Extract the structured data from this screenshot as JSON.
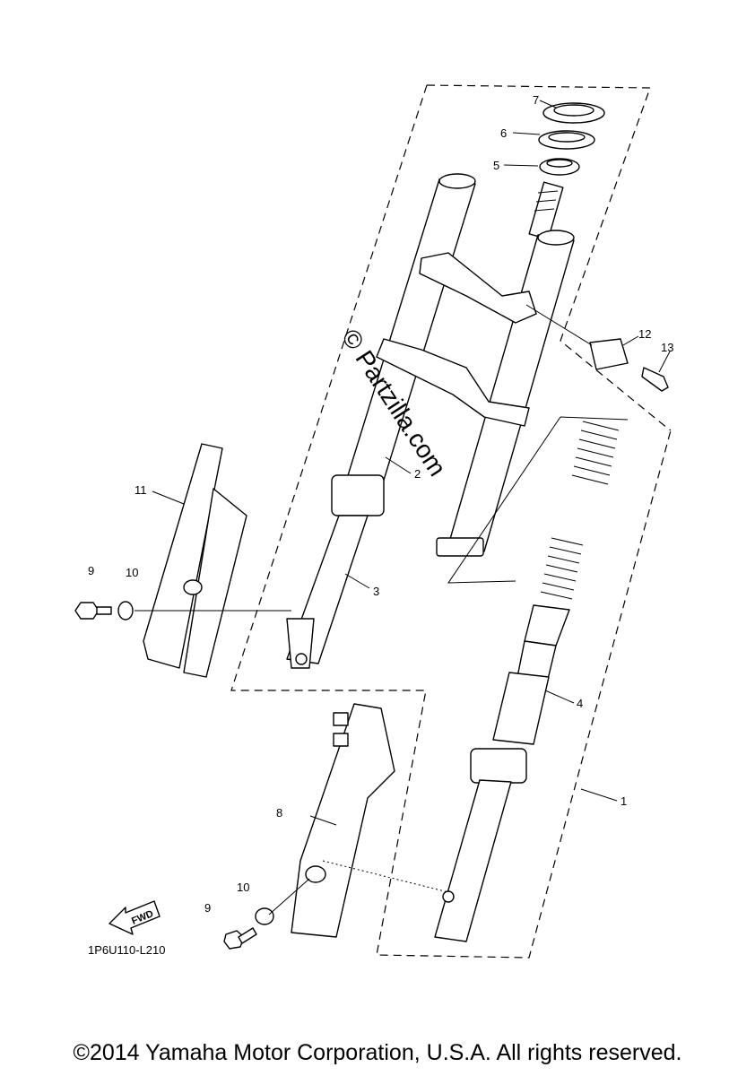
{
  "diagram": {
    "callouts": [
      "1",
      "2",
      "3",
      "4",
      "5",
      "6",
      "7",
      "8",
      "9",
      "10",
      "11",
      "12",
      "13",
      "9",
      "10"
    ],
    "fwd_label": "FWD",
    "drawing_code": "1P6U110-L210",
    "watermark": "© Partzilla.com"
  },
  "footer": {
    "copyright": "©2014 Yamaha Motor Corporation, U.S.A. All rights reserved."
  }
}
